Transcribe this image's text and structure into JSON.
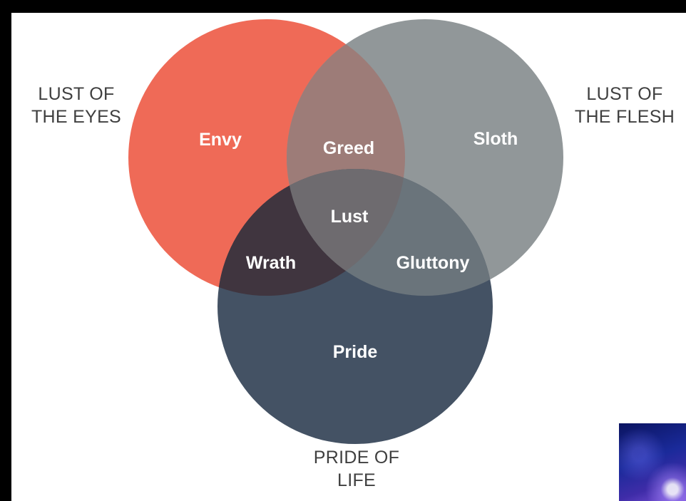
{
  "diagram": {
    "outer_labels": {
      "eyes": [
        "LUST OF",
        "THE EYES"
      ],
      "flesh": [
        "LUST OF",
        "THE FLESH"
      ],
      "pride_of_life": [
        "PRIDE OF",
        "LIFE"
      ]
    },
    "regions": {
      "envy": "Envy",
      "greed": "Greed",
      "sloth": "Sloth",
      "lust": "Lust",
      "wrath": "Wrath",
      "gluttony": "Gluttony",
      "pride": "Pride"
    },
    "colors": {
      "background": "#000000",
      "panel": "#ffffff",
      "circle_eyes": "#ef6a57",
      "circle_flesh": "#919799",
      "circle_pride": "#445264",
      "greed_overlap": "#9d7c78",
      "wrath_overlap": "#40353f",
      "gluttony_overlap": "#6a747b",
      "lust_center": "#6e6b6f",
      "outer_label_text": "#3f3f3f",
      "region_text": "#ffffff"
    }
  }
}
